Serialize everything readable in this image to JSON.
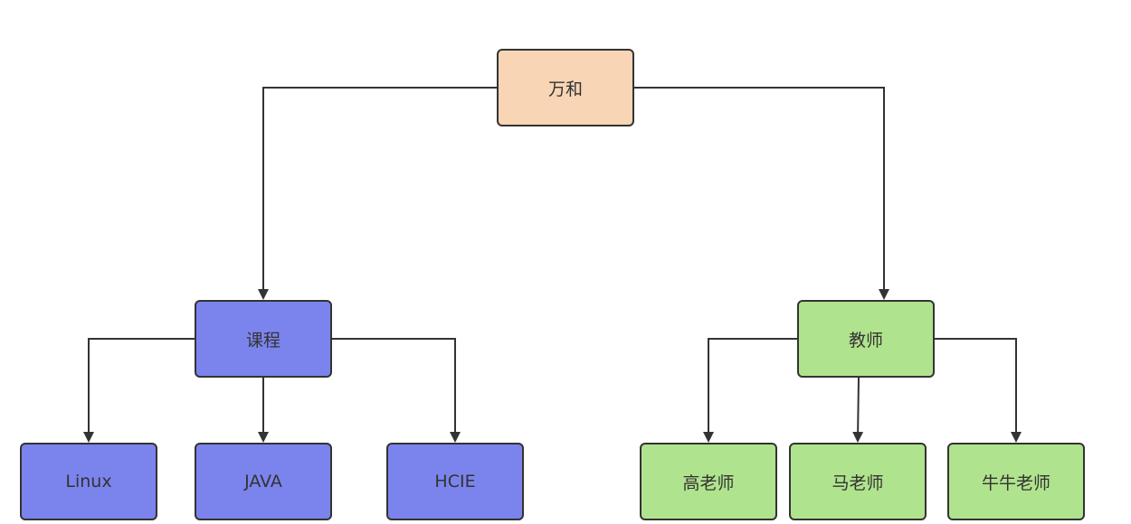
{
  "colors": {
    "root_fill": "#f8d5b4",
    "course_fill": "#7b84ec",
    "teacher_fill": "#b0e38d",
    "stroke": "#333333",
    "connector": "#333333"
  },
  "nodes": {
    "root": {
      "label": "万和"
    },
    "course": {
      "label": "课程"
    },
    "teacher": {
      "label": "教师"
    },
    "linux": {
      "label": "Linux"
    },
    "java": {
      "label": "JAVA"
    },
    "hcie": {
      "label": "HCIE"
    },
    "gao": {
      "label": "高老师"
    },
    "ma": {
      "label": "马老师"
    },
    "niu": {
      "label": "牛牛老师"
    }
  },
  "edges": [
    {
      "from": "root",
      "to": "course"
    },
    {
      "from": "root",
      "to": "teacher"
    },
    {
      "from": "course",
      "to": "linux"
    },
    {
      "from": "course",
      "to": "java"
    },
    {
      "from": "course",
      "to": "hcie"
    },
    {
      "from": "teacher",
      "to": "gao"
    },
    {
      "from": "teacher",
      "to": "ma"
    },
    {
      "from": "teacher",
      "to": "niu"
    }
  ]
}
